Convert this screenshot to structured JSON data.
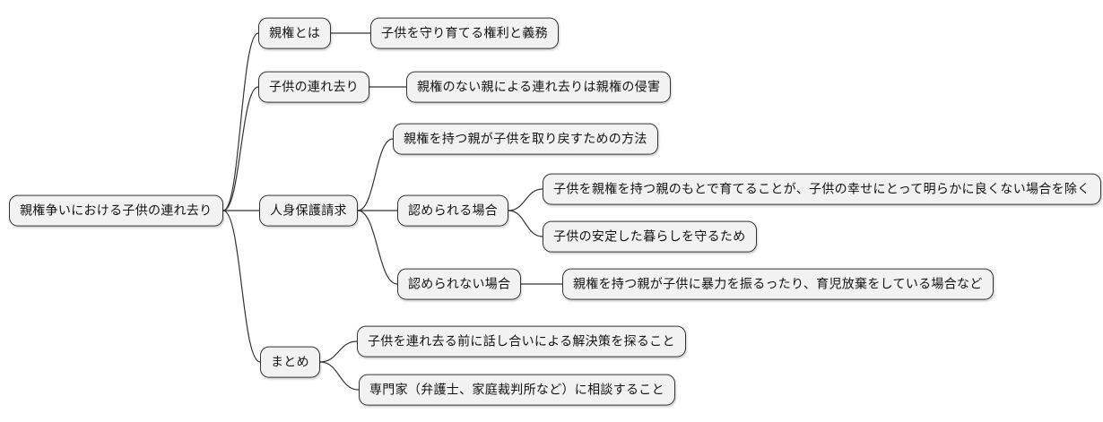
{
  "mindmap": {
    "root": {
      "label": "親権争いにおける子供の連れ去り"
    },
    "branches": [
      {
        "label": "親権とは",
        "children": [
          {
            "label": "子供を守り育てる権利と義務"
          }
        ]
      },
      {
        "label": "子供の連れ去り",
        "children": [
          {
            "label": "親権のない親による連れ去りは親権の侵害"
          }
        ]
      },
      {
        "label": "人身保護請求",
        "children": [
          {
            "label": "親権を持つ親が子供を取り戻すための方法"
          },
          {
            "label": "認められる場合",
            "children": [
              {
                "label": "子供を親権を持つ親のもとで育てることが、子供の幸せにとって明らかに良くない場合を除く"
              },
              {
                "label": "子供の安定した暮らしを守るため"
              }
            ]
          },
          {
            "label": "認められない場合",
            "children": [
              {
                "label": "親権を持つ親が子供に暴力を振るったり、育児放棄をしている場合など"
              }
            ]
          }
        ]
      },
      {
        "label": "まとめ",
        "children": [
          {
            "label": "子供を連れ去る前に話し合いによる解決策を探ること"
          },
          {
            "label": "専門家（弁護士、家庭裁判所など）に相談すること"
          }
        ]
      }
    ],
    "colors": {
      "background": "#ffffff",
      "node_fill": "#f2f2f2",
      "node_border": "#333333",
      "edge": "#333333",
      "text": "#111111"
    }
  }
}
